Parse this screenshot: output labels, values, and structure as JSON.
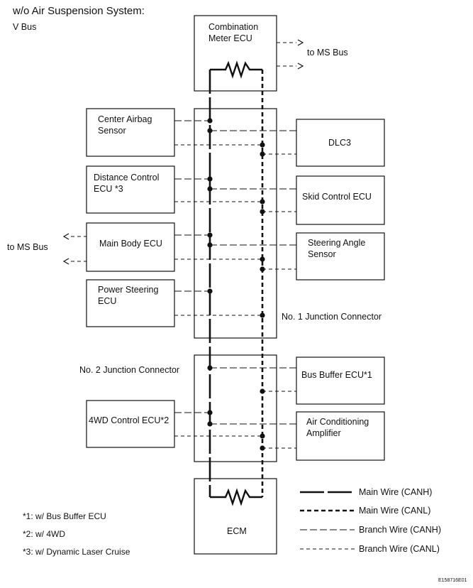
{
  "title": "w/o Air Suspension System:",
  "bus_label": "V Bus",
  "to_ms_bus_right": "to MS Bus",
  "to_ms_bus_left": "to MS Bus",
  "ecus": {
    "combination_meter": {
      "line1": "Combination",
      "line2": "Meter ECU"
    },
    "center_airbag": {
      "line1": "Center Airbag",
      "line2": "Sensor"
    },
    "distance_control": {
      "line1": "Distance Control",
      "line2": "ECU *3"
    },
    "main_body": {
      "line1": "Main Body ECU"
    },
    "power_steering": {
      "line1": "Power Steering",
      "line2": "ECU"
    },
    "dlc3": {
      "line1": "DLC3"
    },
    "skid_control": {
      "line1": "Skid Control ECU"
    },
    "steering_angle": {
      "line1": "Steering Angle",
      "line2": "Sensor"
    },
    "bus_buffer": {
      "line1": "Bus Buffer ECU*1"
    },
    "fourwd_control": {
      "line1": "4WD Control ECU*2"
    },
    "air_conditioning": {
      "line1": "Air Conditioning",
      "line2": "Amplifier"
    },
    "ecm": {
      "line1": "ECM"
    }
  },
  "junctions": {
    "no1": "No. 1 Junction Connector",
    "no2": "No. 2 Junction Connector"
  },
  "legend": [
    {
      "label": "Main Wire (CANH)",
      "style": "main-canh"
    },
    {
      "label": "Main Wire (CANL)",
      "style": "main-canl"
    },
    {
      "label": "Branch Wire (CANH)",
      "style": "branch-canh"
    },
    {
      "label": "Branch Wire (CANL)",
      "style": "branch-canl"
    }
  ],
  "footnotes": [
    "*1: w/ Bus Buffer ECU",
    "*2: w/ 4WD",
    "*3: w/ Dynamic Laser Cruise"
  ],
  "figure_code": "E158716E01",
  "colors": {
    "line": "#111111",
    "background": "#ffffff"
  }
}
